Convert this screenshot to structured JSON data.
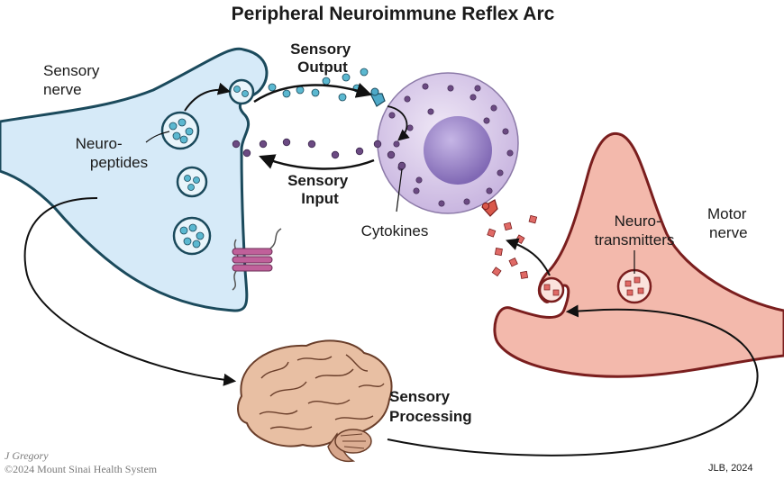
{
  "title": "Peripheral Neuroimmune Reflex Arc",
  "labels": {
    "sensory_nerve": [
      "Sensory",
      "nerve"
    ],
    "neuropeptides": [
      "Neuro-",
      "peptides"
    ],
    "sensory_output": [
      "Sensory",
      "Output"
    ],
    "sensory_input": [
      "Sensory",
      "Input"
    ],
    "cytokines": "Cytokines",
    "motor_nerve": [
      "Motor",
      "nerve"
    ],
    "neurotransmitters": [
      "Neuro-",
      "transmitters"
    ],
    "sensory_processing": [
      "Sensory",
      "Processing"
    ]
  },
  "credits": {
    "artist": "J Gregory",
    "copyright": "©2024 Mount Sinai Health System",
    "jlb": "JLB, 2024"
  },
  "colors": {
    "sensory_fill": "#d6eaf8",
    "sensory_stroke": "#1b4a5c",
    "vesicle_dot": "#5bb8d0",
    "cytokine_dot": "#6b4a82",
    "immune_cell": "#d8cbe8",
    "nucleus": "#9a86c4",
    "motor_fill": "#f3b9ac",
    "motor_stroke": "#7a1e1e",
    "neurotransmitter": "#e06a66",
    "brain": "#e8bfa3"
  },
  "icons": [
    "sensory-nerve-terminal",
    "immune-cell",
    "motor-nerve-terminal",
    "brain-icon",
    "receptor-icon",
    "ion-channel-icon"
  ]
}
